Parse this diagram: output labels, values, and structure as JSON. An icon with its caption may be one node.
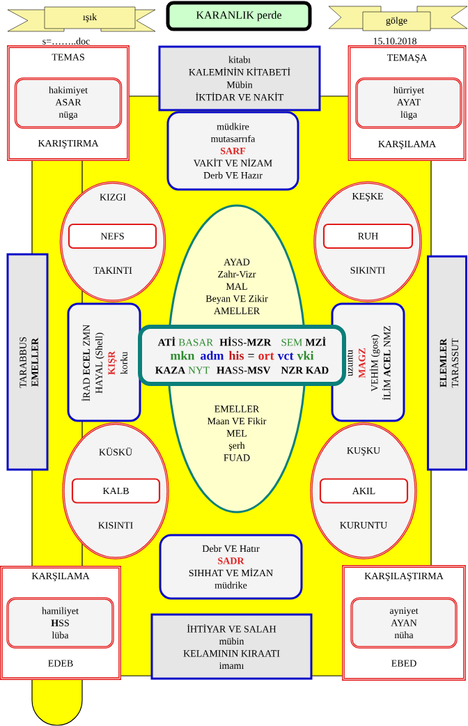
{
  "diagram": {
    "nodes": [
      {
        "text": [
          "ışık"
        ]
      },
      {
        "text": [
          "KARANLIK perde"
        ]
      },
      {
        "text": [
          "gölge"
        ]
      },
      {
        "text": [
          "TEMAS",
          "KARIŞTIRMA"
        ]
      },
      {
        "text": [
          "hakimiyet",
          "ASAR",
          "nüga"
        ],
        "in": 3
      },
      {
        "text": [
          "kitabı",
          "KALEMİNİN KİTABETİ",
          "Mübin",
          "İKTİDAR VE NAKİT"
        ]
      },
      {
        "text": [
          "TEMAŞA",
          "KARŞILAMA"
        ]
      },
      {
        "text": [
          "hürriyet",
          "AYAT",
          "lüga"
        ],
        "in": 6
      },
      {
        "text": [
          "müdkire",
          "mutasarrıfa",
          "SARF",
          "VAKİT VE NİZAM",
          "Derb VE Hazır"
        ]
      },
      {
        "text": [
          "KIZGI",
          "TAKINTI"
        ]
      },
      {
        "text": [
          "NEFS"
        ],
        "in": 9
      },
      {
        "text": [
          "KEŞKE",
          "SIKINTI"
        ]
      },
      {
        "text": [
          "RUH"
        ],
        "in": 11
      },
      {
        "text": [
          "AYAD",
          "Zahr-Vizr",
          "MAL",
          "Beyan VE Zikir",
          "AMELLER",
          "EMELLER",
          "Maan VE Fikir",
          "MEL",
          "şerh",
          "FUAD"
        ]
      },
      {
        "text": [
          "TARABBUS",
          "EMELLER"
        ]
      },
      {
        "text": [
          "İRAD **ECEL** ZMN",
          "HAYAL (Shell)",
          "KIŞR",
          "korku"
        ]
      },
      {
        "text": [
          "ATİ",
          "BASAR",
          "**Hİ**SS-**MZR**",
          "SEM",
          "MZİ",
          "mkn",
          "adm",
          "his",
          "=",
          "ort",
          "vct",
          "vki",
          "KAZA",
          "NYT",
          "**HA**SS-**MSV**",
          "NZR KAD"
        ]
      },
      {
        "text": [
          "uzuntu",
          "MAGZ",
          "VEHİM (gost)",
          "İLİM **ACEL** NMZ"
        ]
      },
      {
        "text": [
          "ELEMLER",
          "TARASSUT"
        ]
      },
      {
        "text": [
          "KÜSKÜ",
          "KISINTI"
        ]
      },
      {
        "text": [
          "KALB"
        ],
        "in": 19
      },
      {
        "text": [
          "KUŞKU",
          "KURUNTU"
        ]
      },
      {
        "text": [
          "AKIL"
        ],
        "in": 21
      },
      {
        "text": [
          "Debr VE Hatır",
          "SADR",
          "SIHHAT VE MİZAN",
          "müdrike"
        ]
      },
      {
        "text": [
          "KARŞILAMA",
          "EDEB"
        ]
      },
      {
        "text": [
          "hamiliyet",
          "**H**SS",
          "lüba"
        ],
        "in": 24
      },
      {
        "text": [
          "İHTİYAR VE SALAH",
          "mübin",
          "KELAMININ KIRAATI",
          "imamı"
        ]
      },
      {
        "text": [
          "KARŞILAŞTIRMA",
          "EBED"
        ]
      },
      {
        "text": [
          "ayniyet",
          "AYAN",
          "nüha"
        ],
        "in": 27
      }
    ],
    "labels": [
      "s=……..doc",
      "15.10.2018"
    ]
  }
}
